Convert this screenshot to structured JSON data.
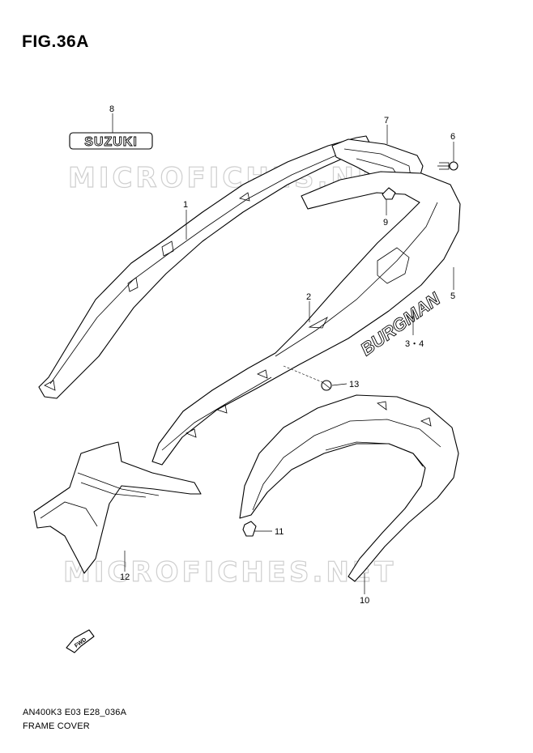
{
  "figure": {
    "title": "FIG.36A",
    "diagram_code": "AN400K3 E03 E28_036A",
    "section_name": "FRAME COVER"
  },
  "watermark": {
    "text": "MICROFICHES.NET"
  },
  "emblem": {
    "text": "SUZUKI"
  },
  "decal": {
    "text": "BURGMAN"
  },
  "fwd_arrow": {
    "text": "FWD"
  },
  "callouts": {
    "c1": "1",
    "c2": "2",
    "c34": "3・4",
    "c5": "5",
    "c6": "6",
    "c7": "7",
    "c8": "8",
    "c9": "9",
    "c10": "10",
    "c11": "11",
    "c12": "12",
    "c13": "13"
  }
}
